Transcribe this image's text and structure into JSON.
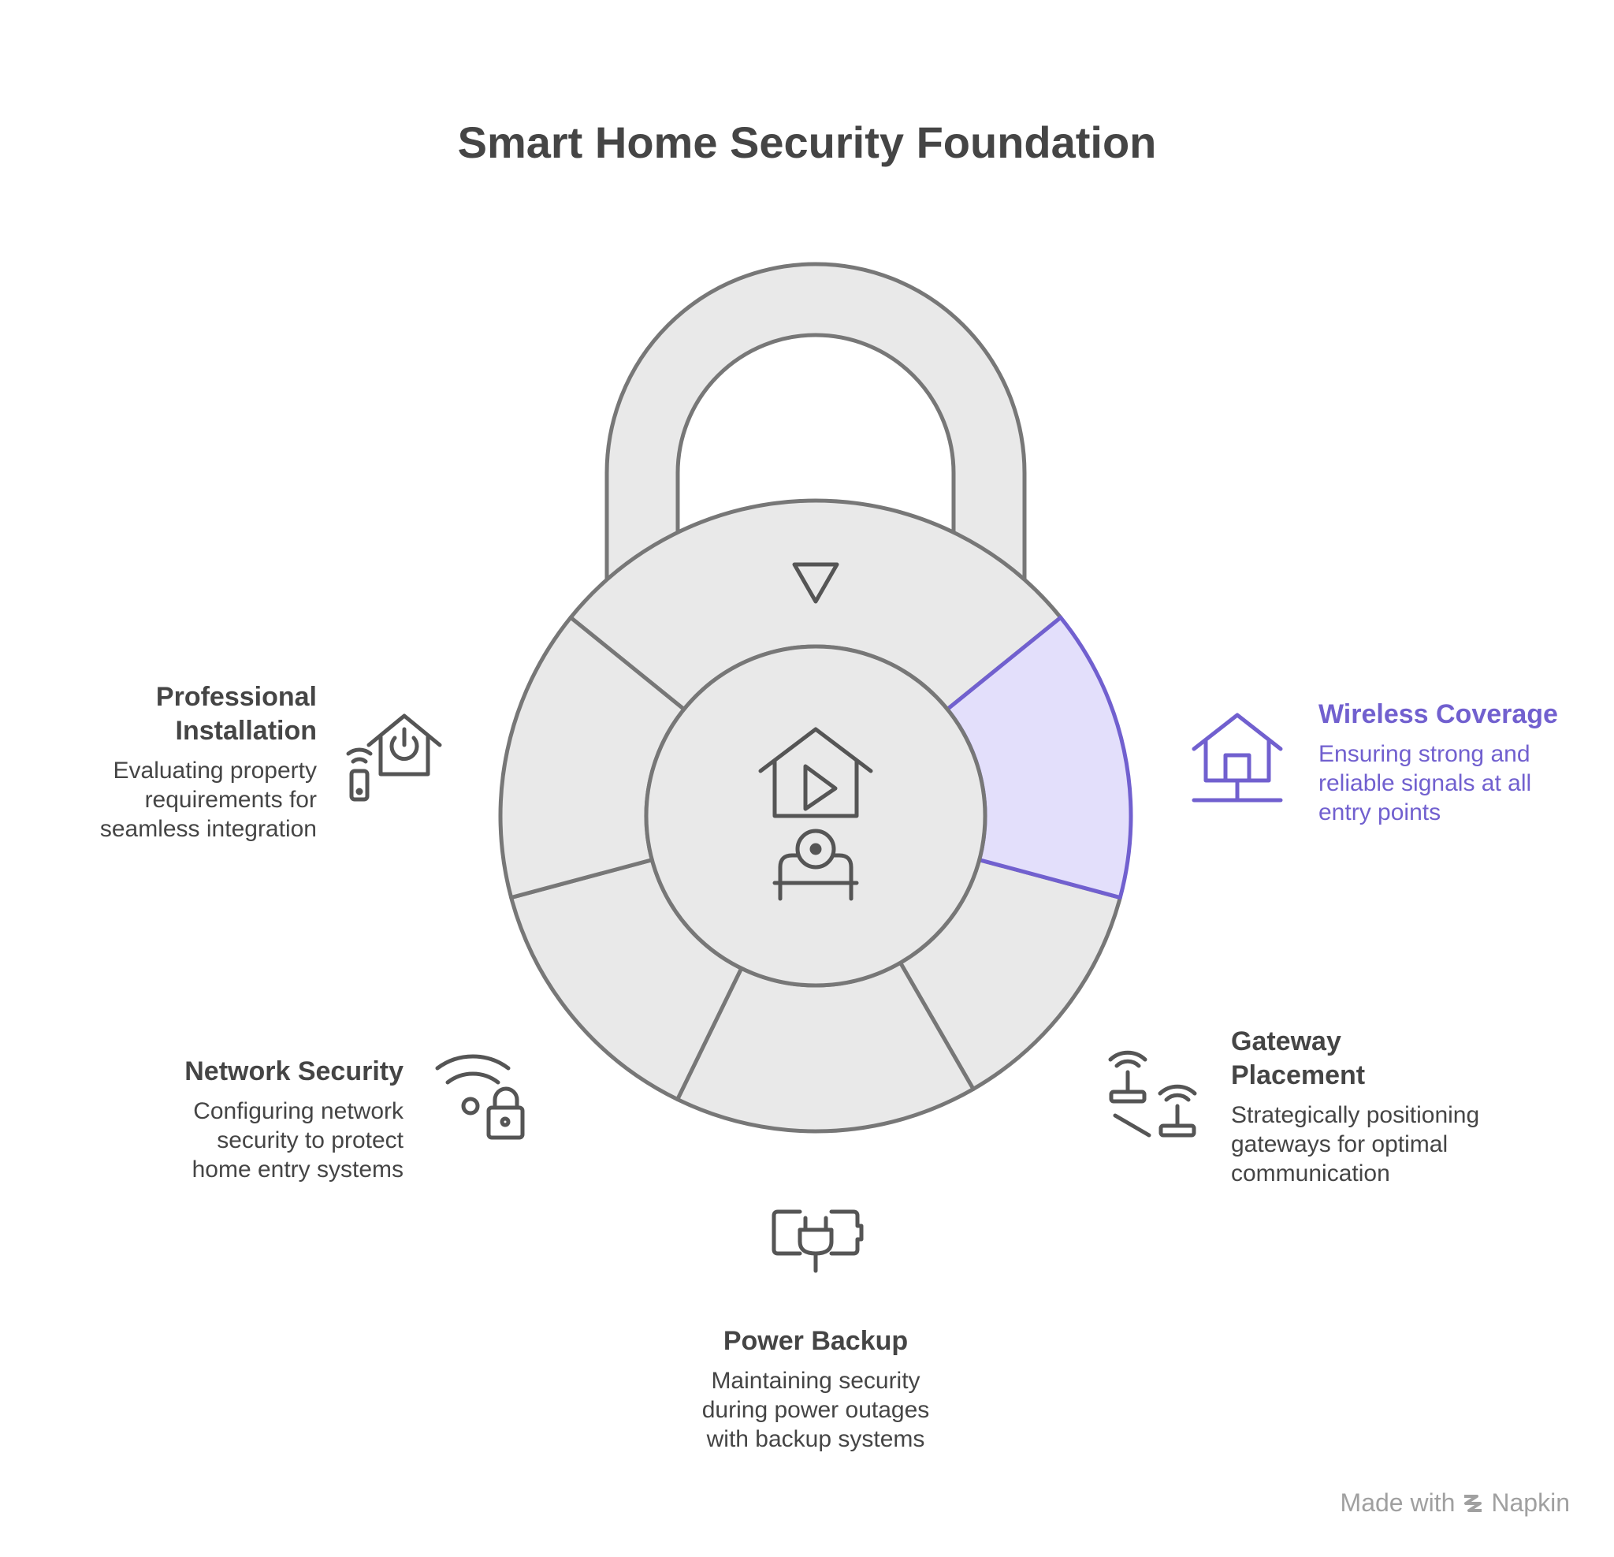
{
  "title": "Smart Home Security Foundation",
  "colors": {
    "stroke": "#777777",
    "fill": "#e9e9e9",
    "accent": "#7160cf",
    "accent_fill": "#e3dffb",
    "text": "#454545"
  },
  "center_icons": [
    "house-play-icon",
    "webcam-sofa-icon"
  ],
  "segment_icons": [
    "triangle-down-icon"
  ],
  "items": {
    "wireless": {
      "head": "Wireless Coverage",
      "desc": "Ensuring strong and reliable signals at all entry points",
      "icon": "house-antenna-icon",
      "highlighted": true
    },
    "gateway": {
      "head": "Gateway Placement",
      "desc": "Strategically positioning gateways for optimal communication",
      "icon": "routers-icon"
    },
    "power": {
      "head": "Power Backup",
      "desc": "Maintaining security during power outages with backup systems",
      "icon": "battery-plug-icon"
    },
    "network": {
      "head": "Network Security",
      "desc": "Configuring network security to protect home entry systems",
      "icon": "wifi-lock-icon"
    },
    "professional": {
      "head": "Professional Installation",
      "desc": "Evaluating property requirements for seamless integration",
      "icon": "smart-home-remote-icon"
    }
  },
  "footer": {
    "made_with": "Made with",
    "brand": "Napkin"
  }
}
